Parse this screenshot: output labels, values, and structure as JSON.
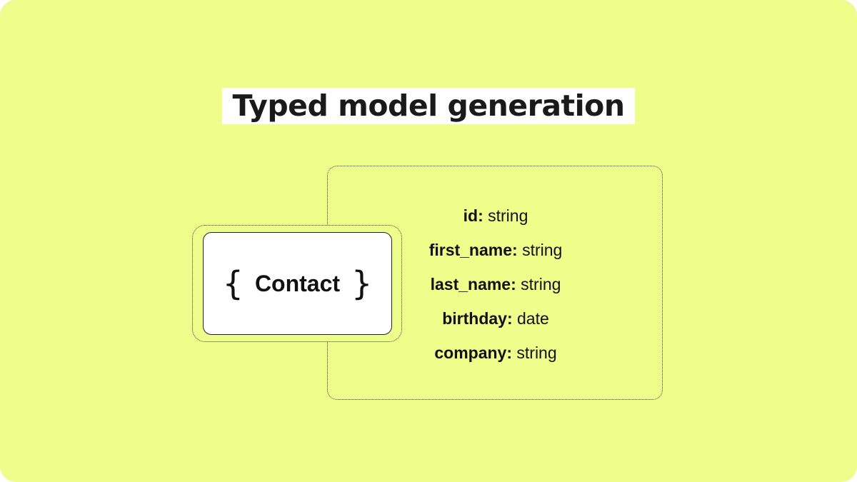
{
  "title": "Typed model generation",
  "model": {
    "name": "Contact",
    "brace_open": "{",
    "brace_close": "}"
  },
  "fields": [
    {
      "name": "id:",
      "type": "string"
    },
    {
      "name": "first_name:",
      "type": "string"
    },
    {
      "name": "last_name:",
      "type": "string"
    },
    {
      "name": "birthday:",
      "type": "date"
    },
    {
      "name": "company:",
      "type": "string"
    }
  ],
  "colors": {
    "background": "#edfe8a",
    "card": "#ffffff",
    "ink": "#111111"
  }
}
